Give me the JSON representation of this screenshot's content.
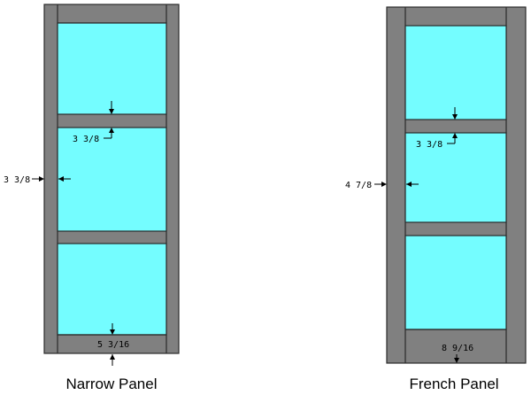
{
  "panels": [
    {
      "caption": "Narrow Panel",
      "dimensions": {
        "stile_width": "3 3/8",
        "rail_width": "3 3/8",
        "bottom_rail": "5 3/16"
      }
    },
    {
      "caption": "French Panel",
      "dimensions": {
        "stile_width": "4 7/8",
        "rail_width": "3 3/8",
        "bottom_rail": "8 9/16"
      }
    }
  ],
  "colors": {
    "frame": "#808080",
    "glass": "#74fdff",
    "outline": "#2b2b2b"
  }
}
